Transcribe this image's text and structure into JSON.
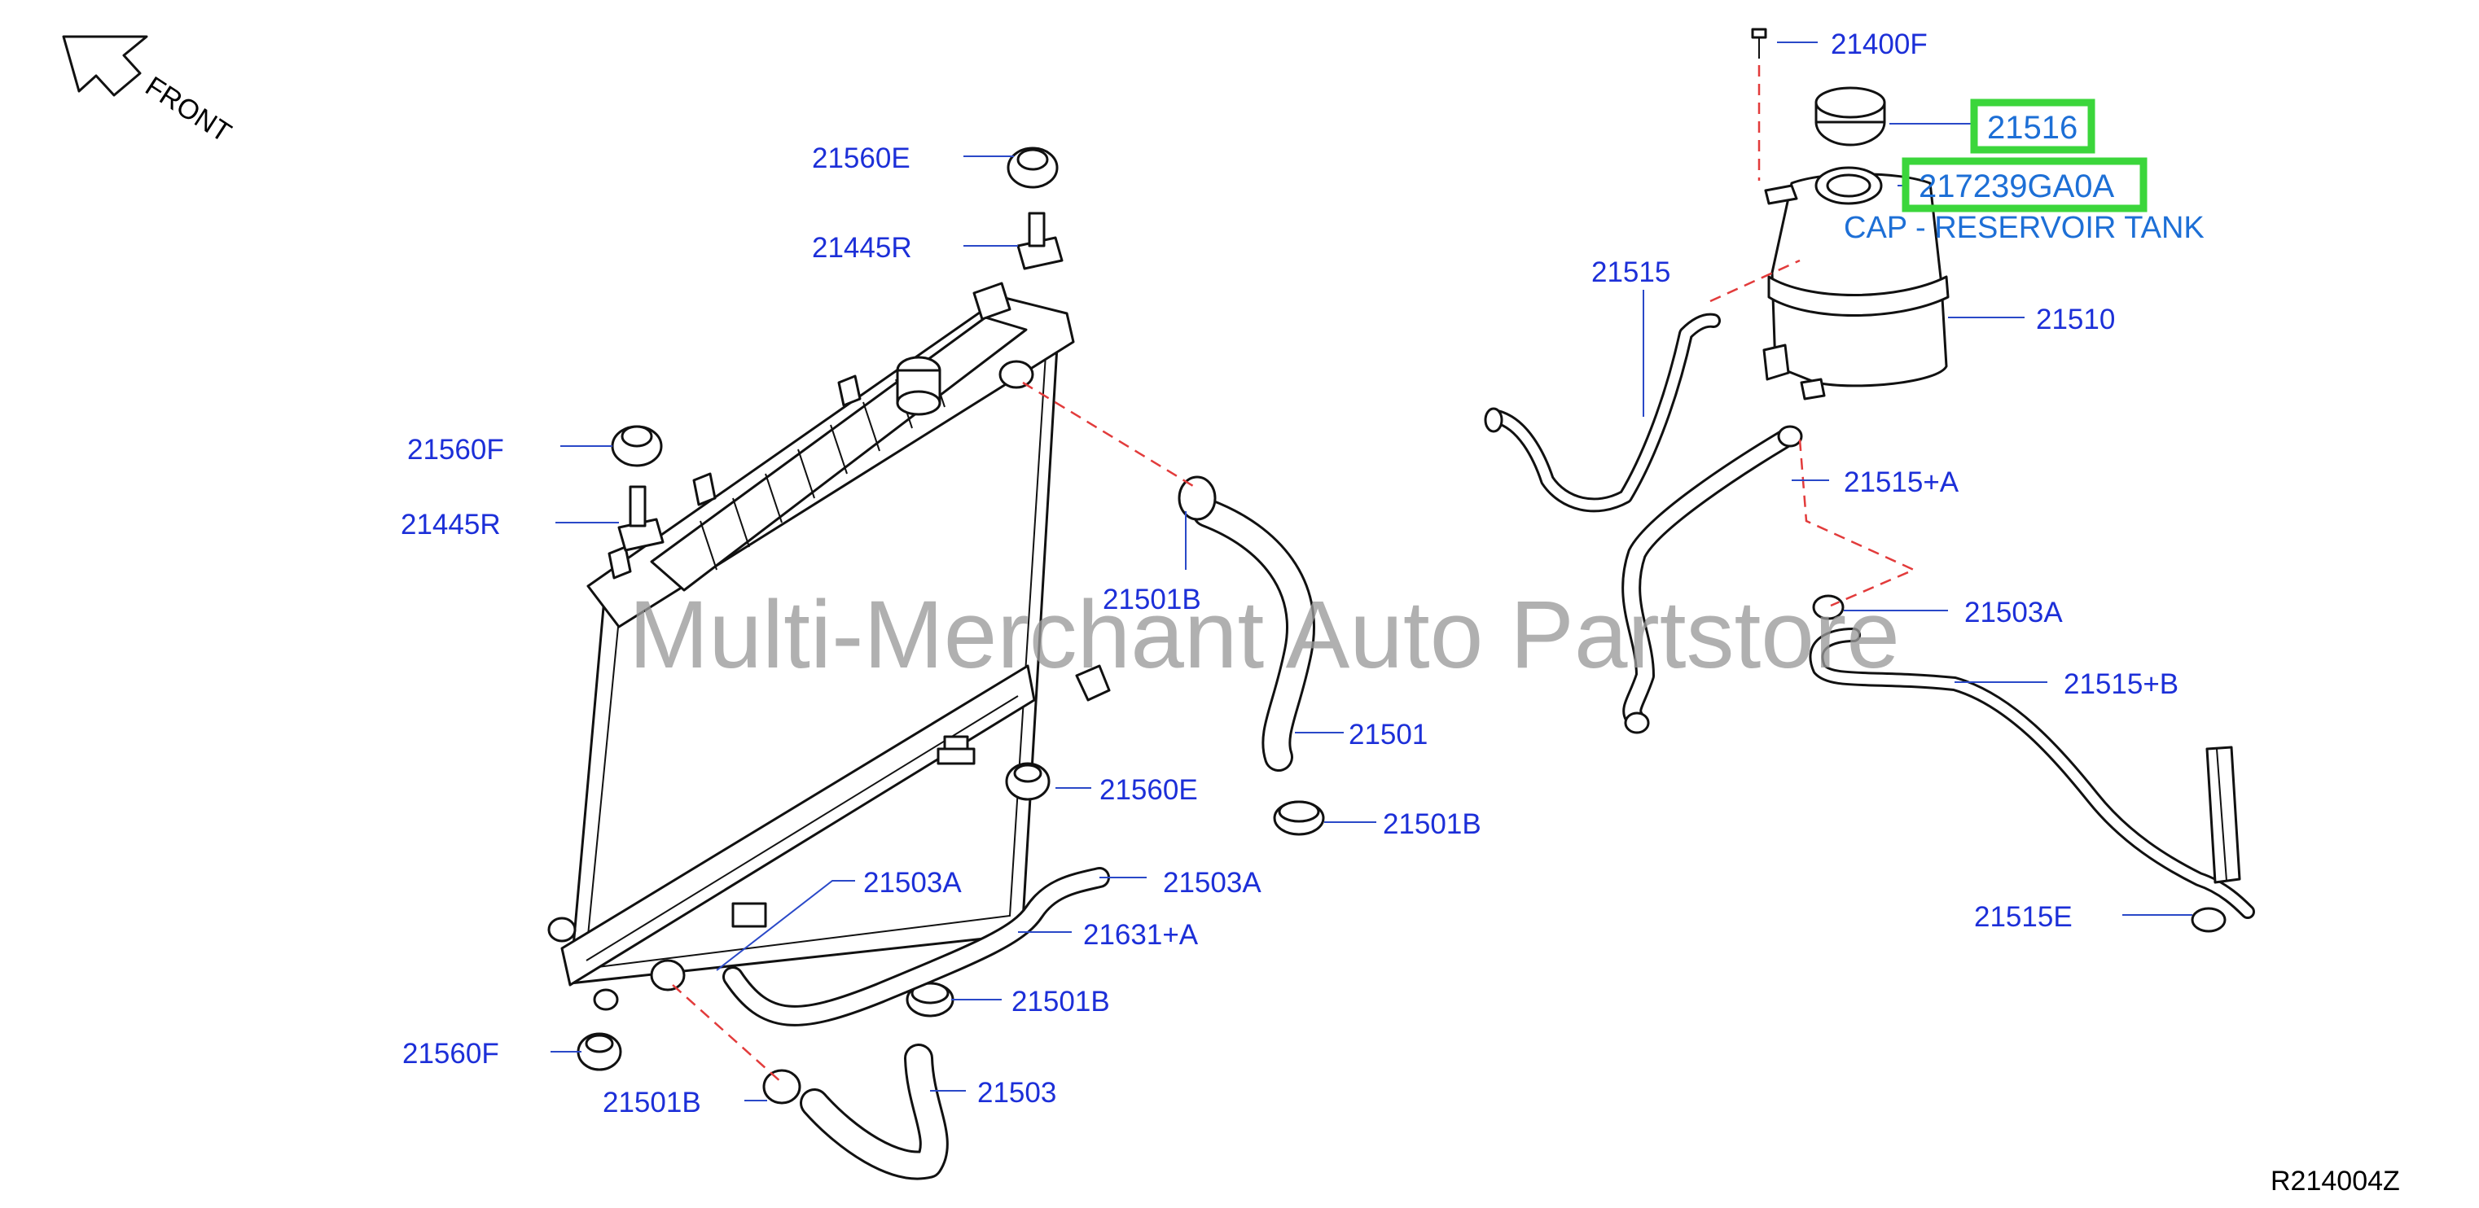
{
  "orientation": {
    "label": "FRONT"
  },
  "watermark": "Multi-Merchant Auto Partstore",
  "diagram_code": "R214004Z",
  "highlight_color": "#3bd63b",
  "label_color": "#1c2fd8",
  "parts": [
    {
      "id": "p1",
      "number": "21560E"
    },
    {
      "id": "p2",
      "number": "21445R"
    },
    {
      "id": "p3",
      "number": "21560F"
    },
    {
      "id": "p4",
      "number": "21445R"
    },
    {
      "id": "p5",
      "number": "21501B"
    },
    {
      "id": "p6",
      "number": "21501"
    },
    {
      "id": "p7",
      "number": "21560E"
    },
    {
      "id": "p8",
      "number": "21501B"
    },
    {
      "id": "p9",
      "number": "21503A"
    },
    {
      "id": "p10",
      "number": "21503A"
    },
    {
      "id": "p11",
      "number": "21631+A"
    },
    {
      "id": "p12",
      "number": "21501B"
    },
    {
      "id": "p13",
      "number": "21560F"
    },
    {
      "id": "p14",
      "number": "21503"
    },
    {
      "id": "p15",
      "number": "21501B"
    },
    {
      "id": "p16",
      "number": "21400F"
    },
    {
      "id": "p17",
      "number": "21516",
      "highlighted": true
    },
    {
      "id": "p18",
      "number": "217239GA0A",
      "highlighted": true,
      "description": "CAP - RESERVOIR TANK"
    },
    {
      "id": "p19",
      "number": "21515"
    },
    {
      "id": "p20",
      "number": "21510"
    },
    {
      "id": "p21",
      "number": "21515+A"
    },
    {
      "id": "p22",
      "number": "21503A"
    },
    {
      "id": "p23",
      "number": "21515+B"
    },
    {
      "id": "p24",
      "number": "21515E"
    }
  ]
}
